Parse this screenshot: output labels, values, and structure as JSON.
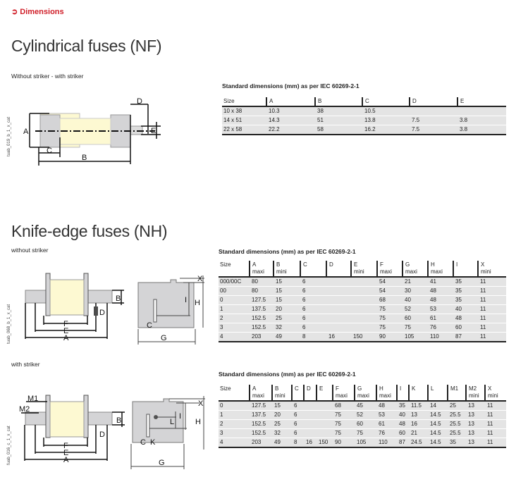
{
  "section": {
    "icon": "arrow-circle-icon",
    "label": "Dimensions"
  },
  "nf": {
    "title": "Cylindrical fuses (NF)",
    "subtitle": "Without striker - with striker",
    "caption": "tuab_019_b_1_x_cat",
    "table_title": "Standard dimensions (mm) as per IEC 60269-2-1",
    "headers": [
      "Size",
      "A",
      "B",
      "C",
      "D",
      "E"
    ],
    "rows": [
      [
        "10 x 38",
        "10.3",
        "38",
        "10.5",
        "",
        ""
      ],
      [
        "14 x 51",
        "14.3",
        "51",
        "13.8",
        "7.5",
        "3.8"
      ],
      [
        "22 x 58",
        "22.2",
        "58",
        "16.2",
        "7.5",
        "3.8"
      ]
    ],
    "labels": {
      "a": "A",
      "b": "B",
      "c": "C",
      "d": "D",
      "e": "E"
    }
  },
  "nh": {
    "title": "Knife-edge fuses (NH)",
    "without": {
      "subtitle": "without striker",
      "caption": "tuab_068_b_1_x_cat",
      "table_title": "Standard dimensions (mm) as per IEC 60269-2-1",
      "headers": [
        [
          "Size",
          ""
        ],
        [
          "A",
          "maxi"
        ],
        [
          "B",
          "mini"
        ],
        [
          "C",
          ""
        ],
        [
          "D",
          ""
        ],
        [
          "E",
          "mini"
        ],
        [
          "F",
          "maxi"
        ],
        [
          "G",
          "maxi"
        ],
        [
          "H",
          "maxi"
        ],
        [
          "I",
          ""
        ],
        [
          "X",
          "mini"
        ]
      ],
      "rows": [
        [
          "000/00C",
          "80",
          "15",
          "6",
          "",
          "",
          "54",
          "21",
          "41",
          "35",
          "11"
        ],
        [
          "00",
          "80",
          "15",
          "6",
          "",
          "",
          "54",
          "30",
          "48",
          "35",
          "11"
        ],
        [
          "0",
          "127.5",
          "15",
          "6",
          "",
          "",
          "68",
          "40",
          "48",
          "35",
          "11"
        ],
        [
          "1",
          "137.5",
          "20",
          "6",
          "",
          "",
          "75",
          "52",
          "53",
          "40",
          "11"
        ],
        [
          "2",
          "152.5",
          "25",
          "6",
          "",
          "",
          "75",
          "60",
          "61",
          "48",
          "11"
        ],
        [
          "3",
          "152.5",
          "32",
          "6",
          "",
          "",
          "75",
          "75",
          "76",
          "60",
          "11"
        ],
        [
          "4",
          "203",
          "49",
          "8",
          "16",
          "150",
          "90",
          "105",
          "110",
          "87",
          "11"
        ]
      ]
    },
    "with": {
      "subtitle": "with striker",
      "caption": "fuab_016_c_1_x_cat",
      "table_title": "Standard dimensions (mm) as per IEC 60269-2-1",
      "headers": [
        [
          "Size",
          ""
        ],
        [
          "A",
          "maxi"
        ],
        [
          "B",
          "mini"
        ],
        [
          "C",
          ""
        ],
        [
          "D",
          ""
        ],
        [
          "E",
          ""
        ],
        [
          "F",
          "maxi"
        ],
        [
          "G",
          "maxi"
        ],
        [
          "H",
          "maxi"
        ],
        [
          "I",
          ""
        ],
        [
          "K",
          ""
        ],
        [
          "L",
          ""
        ],
        [
          "M1",
          ""
        ],
        [
          "M2",
          "mini"
        ],
        [
          "X",
          "mini"
        ]
      ],
      "rows": [
        [
          "0",
          "127.5",
          "15",
          "6",
          "",
          "",
          "68",
          "45",
          "48",
          "35",
          "11.5",
          "14",
          "25",
          "13",
          "11"
        ],
        [
          "1",
          "137.5",
          "20",
          "6",
          "",
          "",
          "75",
          "52",
          "53",
          "40",
          "13",
          "14.5",
          "25.5",
          "13",
          "11"
        ],
        [
          "2",
          "152.5",
          "25",
          "6",
          "",
          "",
          "75",
          "60",
          "61",
          "48",
          "16",
          "14.5",
          "25.5",
          "13",
          "11"
        ],
        [
          "3",
          "152.5",
          "32",
          "6",
          "",
          "",
          "75",
          "75",
          "76",
          "60",
          "21",
          "14.5",
          "25.5",
          "13",
          "11"
        ],
        [
          "4",
          "203",
          "49",
          "8",
          "16",
          "150",
          "90",
          "105",
          "110",
          "87",
          "24.5",
          "14.5",
          "35",
          "13",
          "11"
        ]
      ]
    },
    "labels": {
      "a": "A",
      "b": "B",
      "c": "C",
      "d": "D",
      "e": "E",
      "f": "F",
      "g": "G",
      "h": "H",
      "i": "I",
      "k": "K",
      "l": "L",
      "m1": "M1",
      "m2": "M2",
      "x": "X"
    }
  },
  "colors": {
    "accent": "#d0202a",
    "fuse_body": "#fdf9d2",
    "metal": "#d4d4d6",
    "row_bg": "#e4e4e4"
  }
}
